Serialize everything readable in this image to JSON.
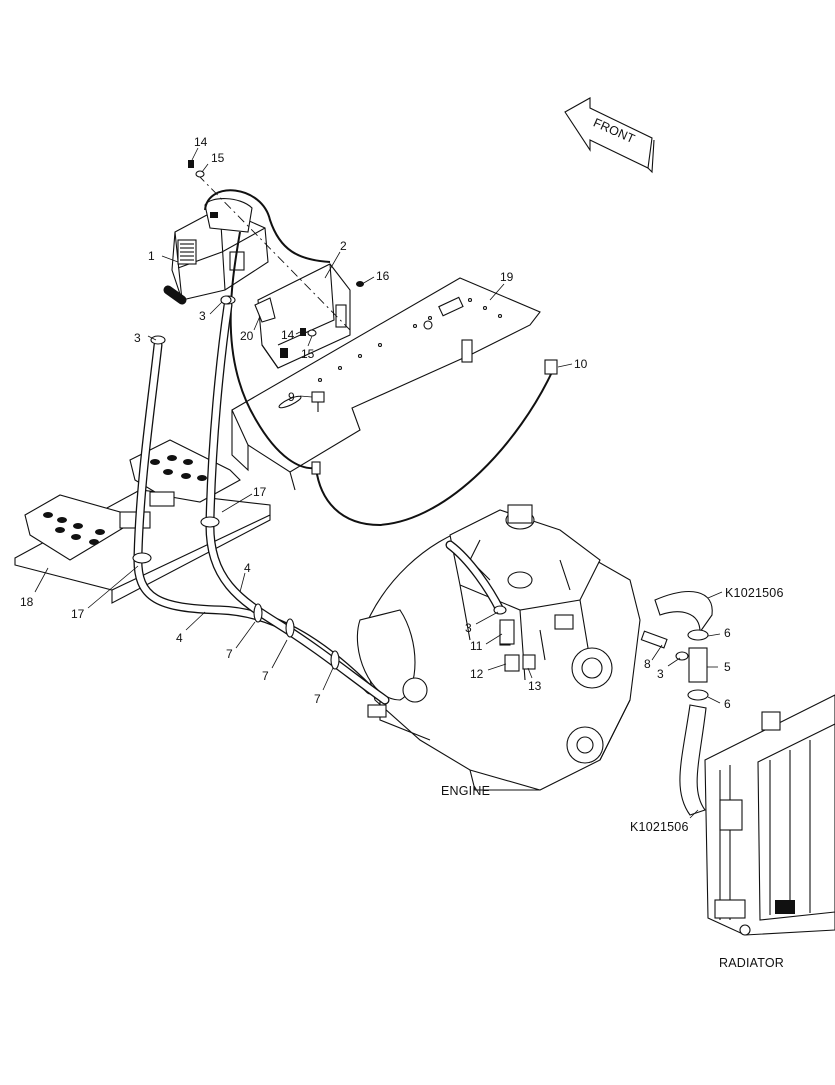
{
  "diagram": {
    "front_arrow": {
      "label": "FRONT"
    },
    "captions": {
      "engine": "ENGINE",
      "radiator": "RADIATOR",
      "ref_top": "K1021506",
      "ref_bottom": "K1021506"
    },
    "callouts": {
      "c1": "1",
      "c2": "2",
      "c3a": "3",
      "c3b": "3",
      "c3c": "3",
      "c3d": "3",
      "c4a": "4",
      "c4b": "4",
      "c5": "5",
      "c6a": "6",
      "c6b": "6",
      "c7a": "7",
      "c7b": "7",
      "c7c": "7",
      "c8": "8",
      "c9": "9",
      "c10": "10",
      "c11": "11",
      "c12": "12",
      "c13": "13",
      "c14a": "14",
      "c14b": "14",
      "c15a": "15",
      "c15b": "15",
      "c16": "16",
      "c17a": "17",
      "c17b": "17",
      "c18": "18",
      "c19": "19",
      "c20": "20"
    }
  }
}
